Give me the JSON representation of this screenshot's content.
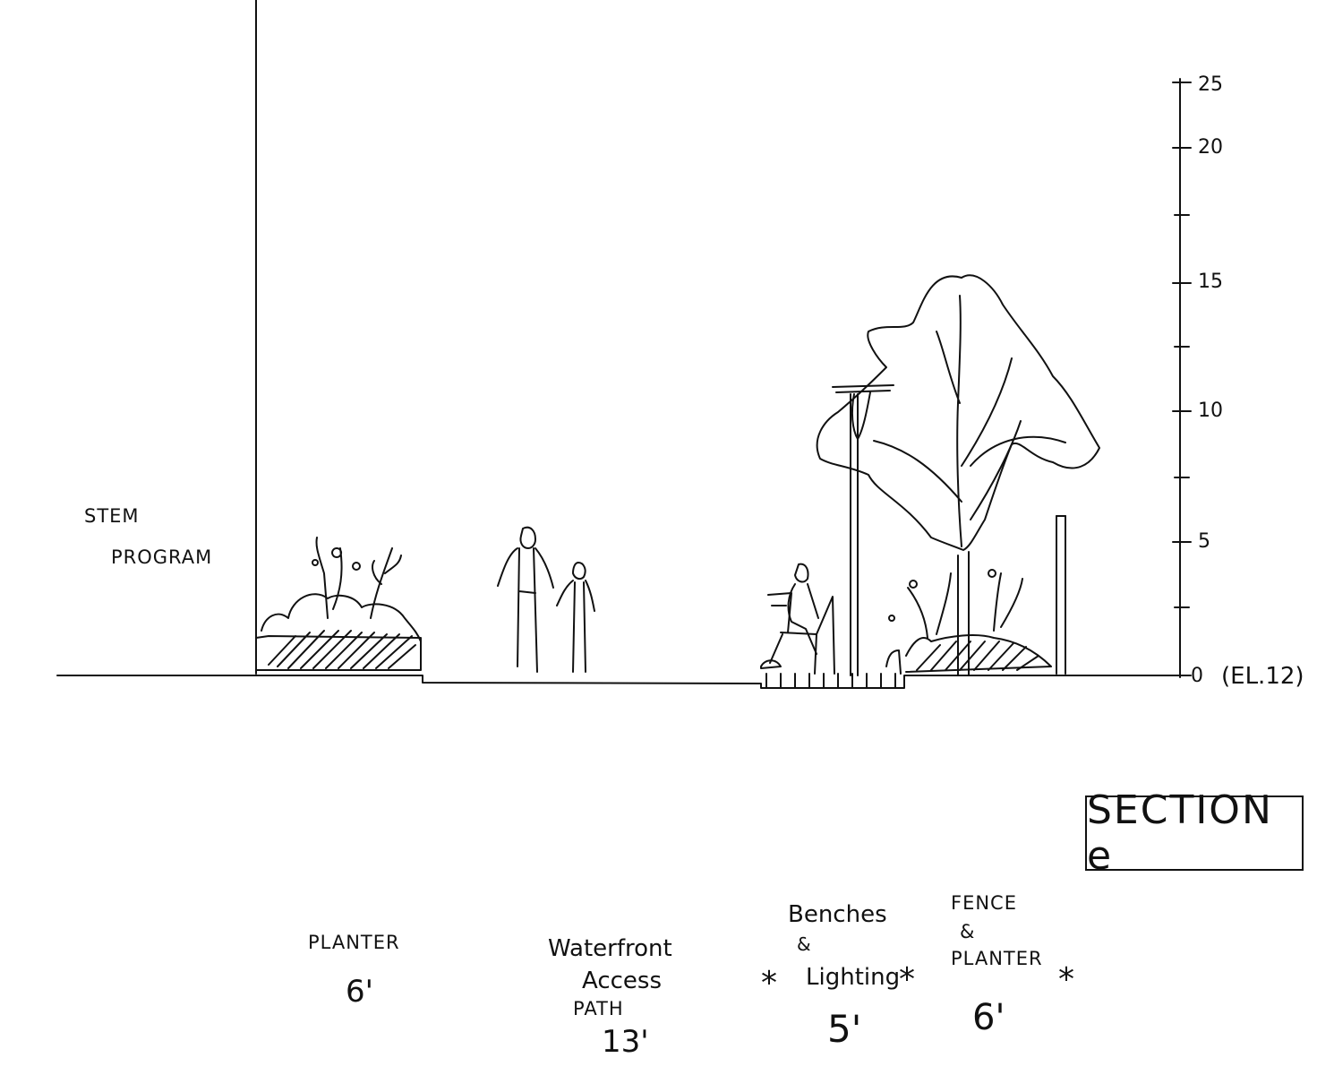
{
  "scale": {
    "unit_tick_labels": [
      "25",
      "20",
      "15",
      "10",
      "5",
      "0"
    ],
    "datum_label": "(EL.12)"
  },
  "labels": {
    "stem_program": [
      "STEM",
      "PROGRAM"
    ],
    "section": "SECTION e",
    "planter": {
      "name": "PLANTER",
      "width": "6'"
    },
    "path": {
      "name_lines": [
        "Waterfront",
        "Access",
        "PATH"
      ],
      "width": "13'"
    },
    "benches": {
      "name_lines": [
        "Benches",
        "&",
        "Lighting"
      ],
      "width": "5'"
    },
    "fence": {
      "name_lines": [
        "FENCE",
        "&",
        "PLANTER"
      ],
      "width": "6'"
    },
    "separators": [
      "*",
      "*",
      "*"
    ]
  },
  "colors": {
    "ink": "#111111",
    "paper": "#ffffff"
  }
}
